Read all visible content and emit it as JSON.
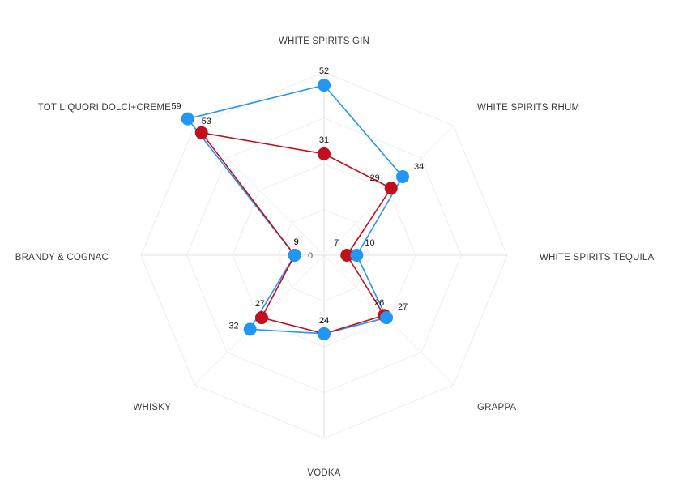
{
  "chart_data": {
    "type": "radar",
    "title": "",
    "subtitle": "",
    "xlabel": "",
    "ylabel": "",
    "grid": true,
    "legend_position": "none",
    "radial_axis": {
      "center_tick_label": "0",
      "min": 0,
      "max": 56,
      "ring_count": 4,
      "ring_values": [
        14,
        28,
        42,
        56
      ]
    },
    "categories": [
      "WHITE SPIRITS GIN",
      "WHITE SPIRITS RHUM",
      "WHITE SPIRITS TEQUILA",
      "GRAPPA",
      "VODKA",
      "WHISKY",
      "BRANDY & COGNAC",
      "TOT LIQUORI DOLCI+CREME"
    ],
    "series": [
      {
        "name": "series-blue",
        "color": "#2196f3",
        "values": [
          52,
          34,
          10,
          27,
          24,
          32,
          9,
          59
        ]
      },
      {
        "name": "series-red",
        "color": "#c0101e",
        "values": [
          31,
          29,
          7,
          26,
          24,
          27,
          9,
          53
        ]
      }
    ],
    "point_labels": {
      "series-blue": [
        "52",
        "34",
        "10",
        "27",
        "24",
        "32",
        "9",
        "59"
      ],
      "series-red": [
        "31",
        "29",
        "7",
        "26",
        "24",
        "27",
        "9",
        "53"
      ]
    }
  },
  "colors": {
    "background": "#ffffff",
    "blue": "#2196f3",
    "red": "#c0101e",
    "grid": "#f0eef0",
    "axis_text": "#3c3c3c",
    "value_text": "#1a1a1a"
  }
}
